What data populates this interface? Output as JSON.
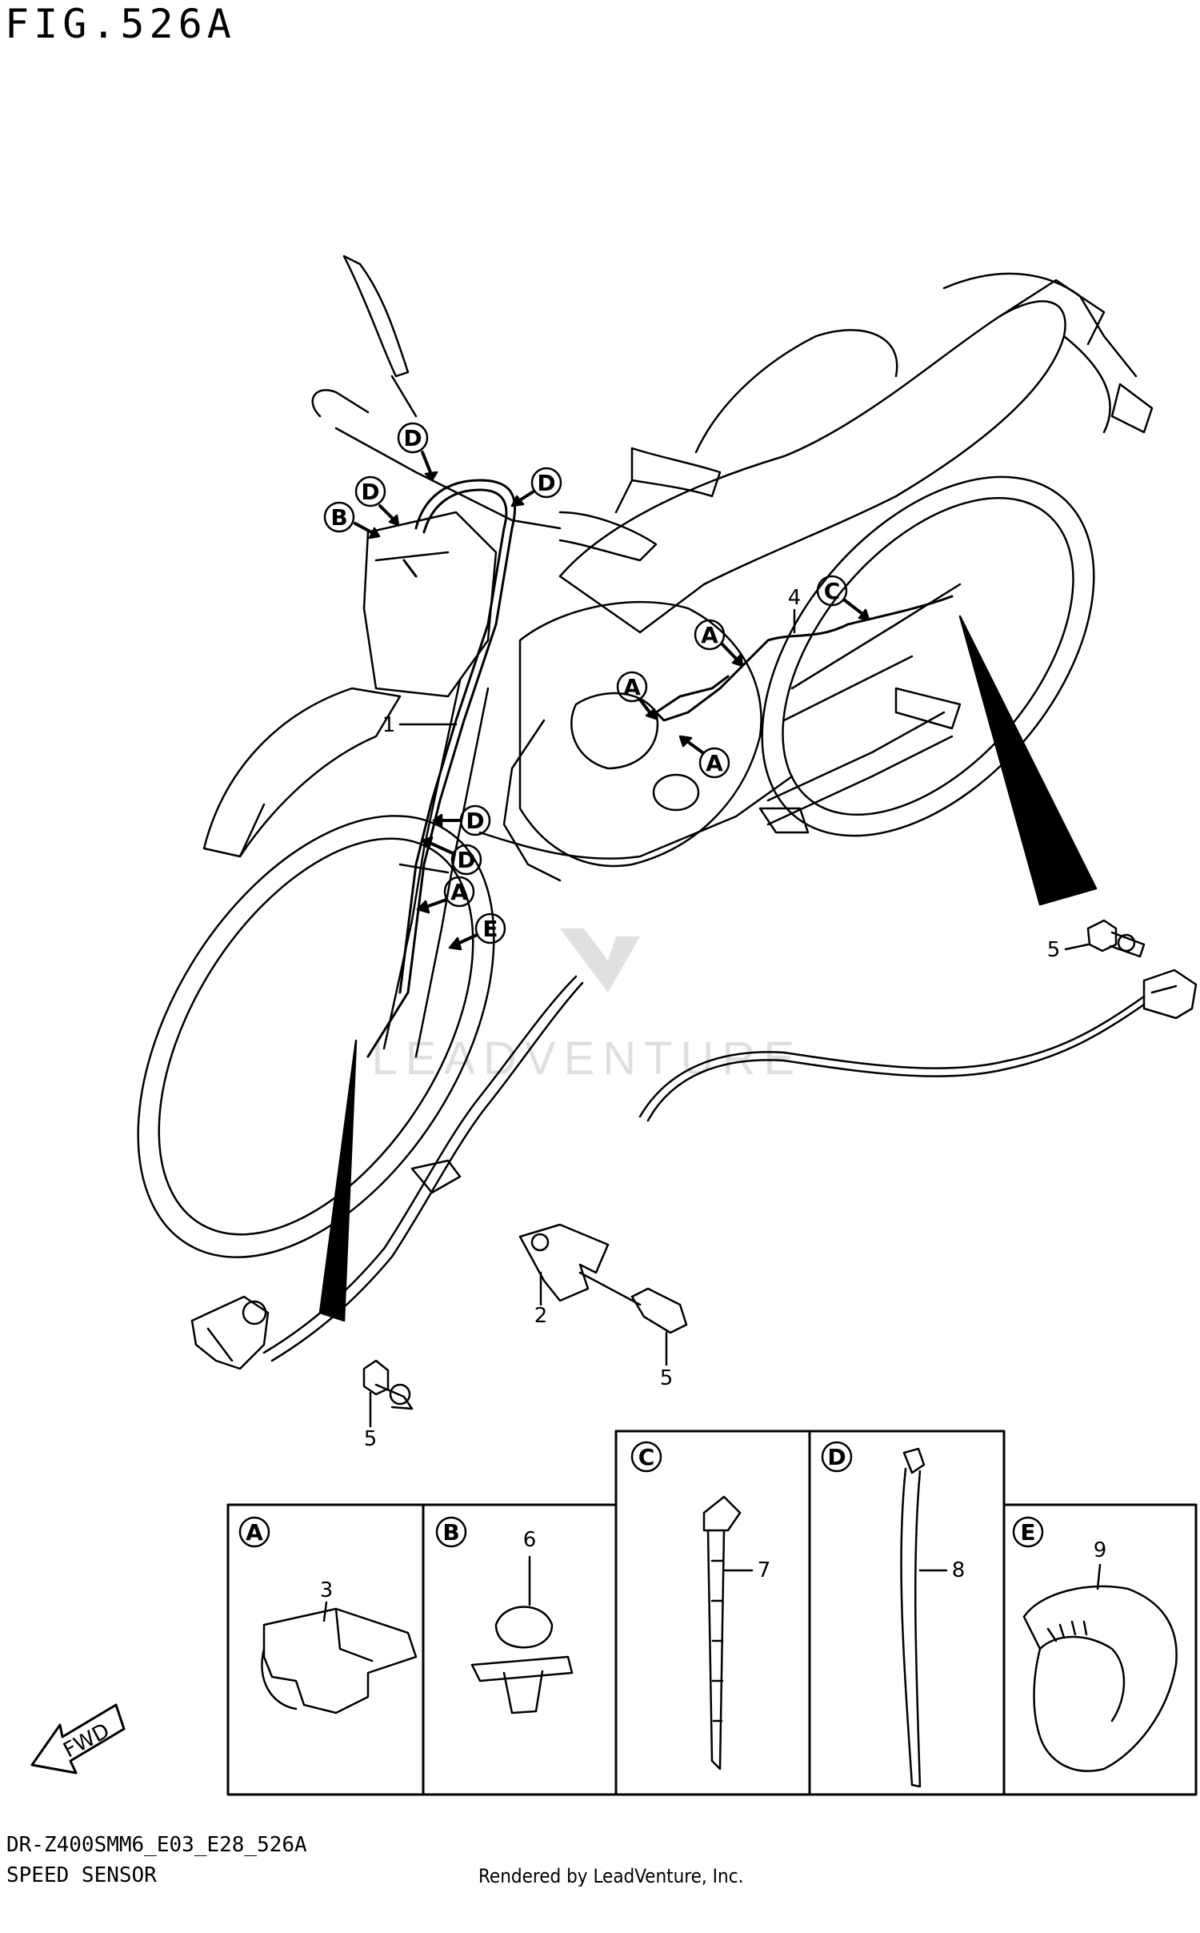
{
  "figure_title": "FIG.526A",
  "model_code": "DR-Z400SMM6_E03_E28_526A",
  "section_name": "SPEED SENSOR",
  "credit": "Rendered by LeadVenture, Inc.",
  "watermark": "LEADVENTURE",
  "fwd_label": "FWD",
  "callout_letters": {
    "a": "A",
    "b": "B",
    "c": "C",
    "d": "D",
    "e": "E"
  },
  "part_numbers": {
    "p1": "1",
    "p2": "2",
    "p3": "3",
    "p4": "4",
    "p5": "5",
    "p6": "6",
    "p7": "7",
    "p8": "8",
    "p9": "9"
  }
}
